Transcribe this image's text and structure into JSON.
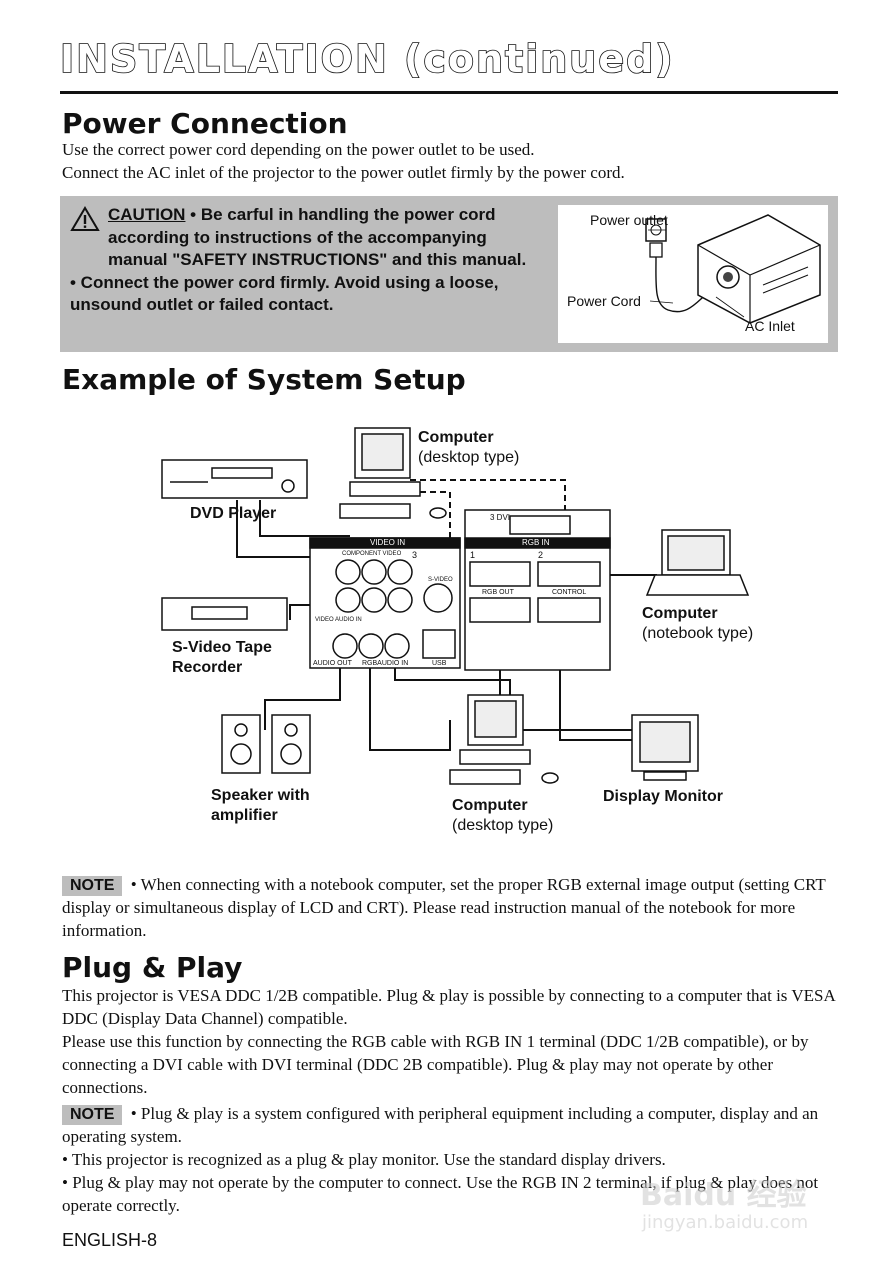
{
  "header": {
    "title": "INSTALLATION (continued)"
  },
  "power": {
    "heading": "Power Connection",
    "line1": "Use the correct power cord depending on the power outlet to be used.",
    "line2": "Connect the AC inlet of the projector to the power outlet firmly by the power cord.",
    "caution_keyword": "CAUTION",
    "caution_line1": " • Be carful in handling the power cord according to instructions of the accompanying manual \"SAFETY INSTRUCTIONS\" and this manual.",
    "caution_line2": "• Connect the power cord firmly. Avoid using a loose, unsound outlet or failed contact.",
    "illus_outlet": "Power outlet",
    "illus_cord": "Power Cord",
    "illus_inlet": "AC Inlet"
  },
  "setup": {
    "heading": "Example of System Setup",
    "labels": {
      "computer_desktop_top_bold": "Computer",
      "computer_desktop_top_sub": "(desktop type)",
      "dvd": "DVD Player",
      "svideo_1": "S-Video Tape",
      "svideo_2": "Recorder",
      "notebook_bold": "Computer",
      "notebook_sub": "(notebook type)",
      "speaker_1": "Speaker with",
      "speaker_2": "amplifier",
      "computer_desktop_bottom_bold": "Computer",
      "computer_desktop_bottom_sub": "(desktop type)",
      "display_monitor": "Display Monitor"
    },
    "panel": {
      "video_in": "VIDEO IN",
      "component_video": "COMPONENT VIDEO",
      "video_audio_in": "VIDEO  AUDIO IN",
      "svideo": "S-VIDEO",
      "audio_out": "AUDIO OUT",
      "rgb_audio_in": "RGBAUDIO IN",
      "usb": "USB",
      "dvi": "3  DVI",
      "rgb_in": "RGB IN",
      "rgb_out": "RGB OUT",
      "control": "CONTROL",
      "n1": "1",
      "n2": "2",
      "n3": "3"
    },
    "note_badge": "NOTE",
    "note_text": " • When connecting with a notebook computer, set the proper RGB external image output (setting CRT display or simultaneous display of LCD and CRT). Please read instruction manual of the notebook for more information."
  },
  "plug": {
    "heading": "Plug & Play",
    "para1": "This projector is VESA DDC 1/2B compatible. Plug & play is possible by connecting to a computer that is VESA DDC (Display Data Channel) compatible.",
    "para2": "Please use this function by connecting the RGB cable with RGB IN 1 terminal (DDC 1/2B compatible), or by connecting a DVI cable with DVI terminal (DDC 2B compatible). Plug & play may not operate by other connections.",
    "note_badge": "NOTE",
    "note1": " • Plug & play is a system configured with peripheral equipment including a computer, display and an operating system.",
    "note2": "• This projector is recognized as a plug & play monitor. Use the standard display drivers.",
    "note3": "• Plug & play may not operate by the computer to connect. Use the RGB IN 2 terminal, if plug & play does not operate correctly."
  },
  "footer": {
    "page": "ENGLISH-8"
  },
  "watermark": {
    "brand": "Baidu 经验",
    "url": "jingyan.baidu.com"
  }
}
